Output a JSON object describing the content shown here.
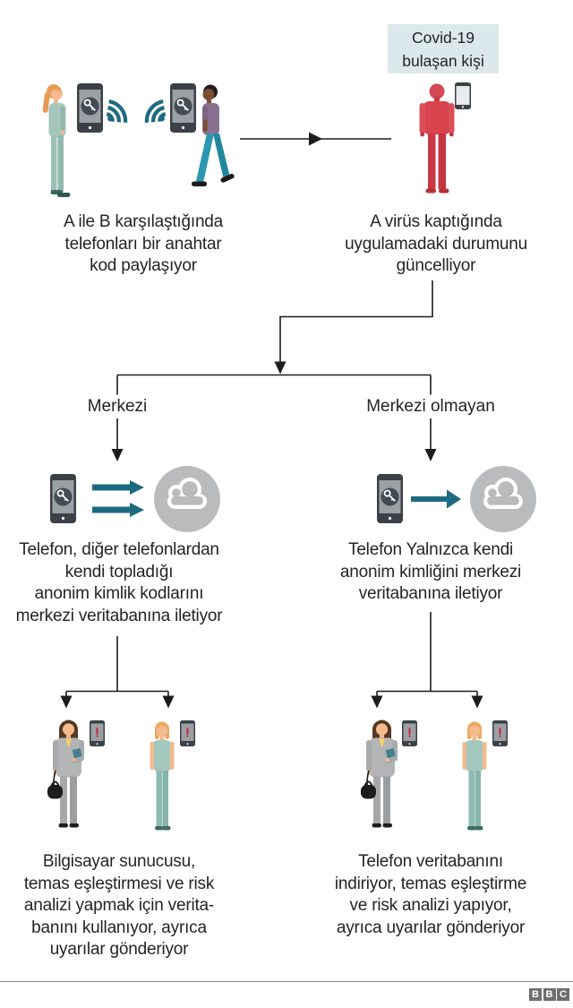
{
  "top": {
    "infected_label": "Covid-19\nbulaşan kişi",
    "caption_meeting": "A ile B karşılaştığında\ntelefonları bir anahtar\nkod paylaşıyor",
    "caption_infected": "A virüs kaptığında\nuygulamadaki durumunu\ngüncelliyor"
  },
  "branches": {
    "left_label": "Merkezi",
    "right_label": "Merkezi olmayan"
  },
  "middle": {
    "caption_central": "Telefon, diğer telefonlardan\nkendi topladığı\nanonim kimlik kodlarını\nmerkezi veritabanına iletiyor",
    "caption_decentralised": "Telefon Yalnızca kendi\nanonim kimliğini merkezi\nveritabanına iletiyor"
  },
  "bottom": {
    "caption_central": "Bilgisayar sunucusu,\ntemas eşleştirmesi ve risk\nanalizi yapmak için verita-\nbanını kullanıyor, ayrıca\nuyarılar gönderiyor",
    "caption_decentralised": "Telefon veritabanını\nindiriyor, temas eşleştirme\nve risk analizi yapıyor,\nayrıca uyarılar gönderiyor"
  },
  "icons": {
    "alert_mark": "!",
    "phone_app_icon": "key-icon",
    "server_icon": "cloud-icon",
    "signal_icon": "wifi-icon"
  },
  "footer": {
    "logo_letters": [
      "B",
      "B",
      "C"
    ]
  },
  "colors": {
    "teal": "#1d6a80",
    "infectedred": "#d8434e",
    "alertred": "#cd2130",
    "cloudgray": "#b9bbbd",
    "labelbg": "#dbe8ec",
    "text": "#242424",
    "line": "#1c1c1c",
    "logogray": "#6e6e6e"
  }
}
